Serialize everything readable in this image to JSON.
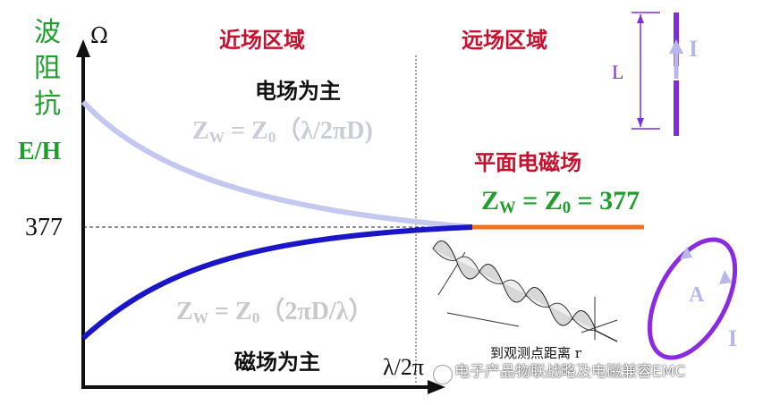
{
  "axes": {
    "y_unit": "Ω",
    "y_label_chars": [
      "波",
      "阻",
      "抗"
    ],
    "y_label_ratio": "E/H",
    "y_tick": "377",
    "x_label": "λ/2π"
  },
  "regions": {
    "near": "近场区域",
    "far": "远场区域"
  },
  "annotations": {
    "electric_dominant": "电场为主",
    "magnetic_dominant": "磁场为主",
    "plane_wave": "平面电磁场"
  },
  "formulas": {
    "electric": {
      "lhs": "Z",
      "lhs_sub": "W",
      "mid": " = Z",
      "mid_sub": "0",
      "rhs": "（λ/2πD)"
    },
    "magnetic": {
      "lhs": "Z",
      "lhs_sub": "W",
      "mid": " = Z",
      "mid_sub": "0",
      "rhs": "（2πD/λ）"
    },
    "plane": {
      "lhs": "Z",
      "lhs_sub": "W",
      "mid": " = Z",
      "mid_sub": "0",
      "rhs": " = 377"
    }
  },
  "dipole": {
    "length_label": "L",
    "current_label": "I"
  },
  "loop": {
    "area_label": "A",
    "current_label": "I"
  },
  "inset": {
    "caption": "到观测点距离 r"
  },
  "watermark": "电子产品物联战略及电磁兼容EMC",
  "colors": {
    "axis": "#111111",
    "electric_curve": "#c4c8f0",
    "magnetic_curve": "#1a16c8",
    "far_field_line": "#f07020",
    "dipole": "#7a2ee0",
    "region_text": "#c8102e",
    "formula": "#1f9e2c"
  }
}
